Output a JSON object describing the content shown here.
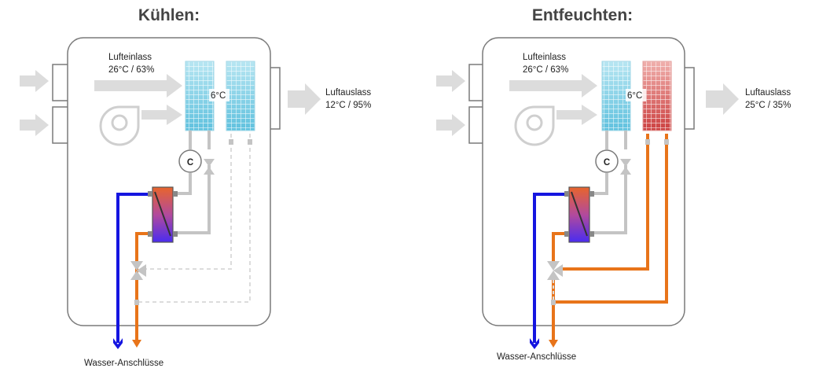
{
  "panels": [
    {
      "title": "Kühlen:",
      "air_in_label": "Lufteinlass",
      "air_in_values": "26°C / 63%",
      "coil_temp": "6°C",
      "compressor": "C",
      "air_out_label": "Luftauslass",
      "air_out_values": "12°C / 95%",
      "water_label": "Wasser-Anschlüsse"
    },
    {
      "title": "Entfeuchten:",
      "air_in_label": "Lufteinlass",
      "air_in_values": "26°C / 63%",
      "coil_temp": "6°C",
      "compressor": "C",
      "air_out_label": "Luftauslass",
      "air_out_values": "25°C / 35%",
      "water_label": "Wasser-Anschlüsse"
    }
  ],
  "colors": {
    "cold_water": "#1515e0",
    "hot_water": "#e8741a",
    "pipe_gray": "#c4c4c4",
    "unit_border": "#7a7a7a",
    "arrow_gray": "#dcdcdc",
    "coil_cold": "#7ccfe6",
    "coil_hot": "#d85a5a"
  }
}
